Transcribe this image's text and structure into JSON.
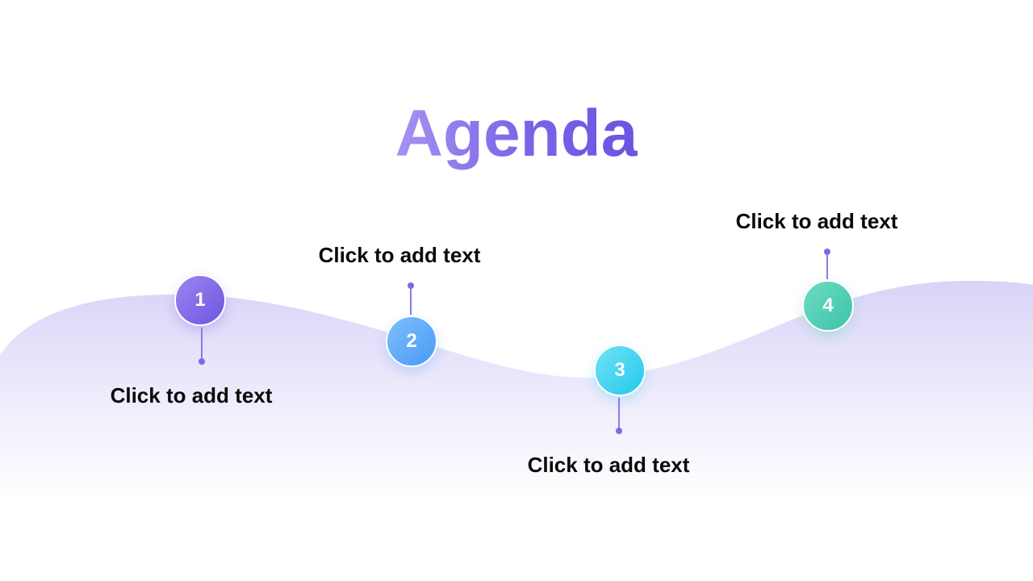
{
  "title": "Agenda",
  "steps": [
    {
      "number": "1",
      "label": "Click to add text",
      "color_from": "#9c86f0",
      "color_to": "#6d55e0"
    },
    {
      "number": "2",
      "label": "Click to add text",
      "color_from": "#7cc0fb",
      "color_to": "#4a9af5"
    },
    {
      "number": "3",
      "label": "Click to add text",
      "color_from": "#6ee3f5",
      "color_to": "#25c8ea"
    },
    {
      "number": "4",
      "label": "Click to add text",
      "color_from": "#6ddcc4",
      "color_to": "#3cc3a7"
    }
  ],
  "colors": {
    "wave_top": "#ddd8f8",
    "wave_bottom": "#ffffff",
    "connector": "#8c7ae6"
  }
}
